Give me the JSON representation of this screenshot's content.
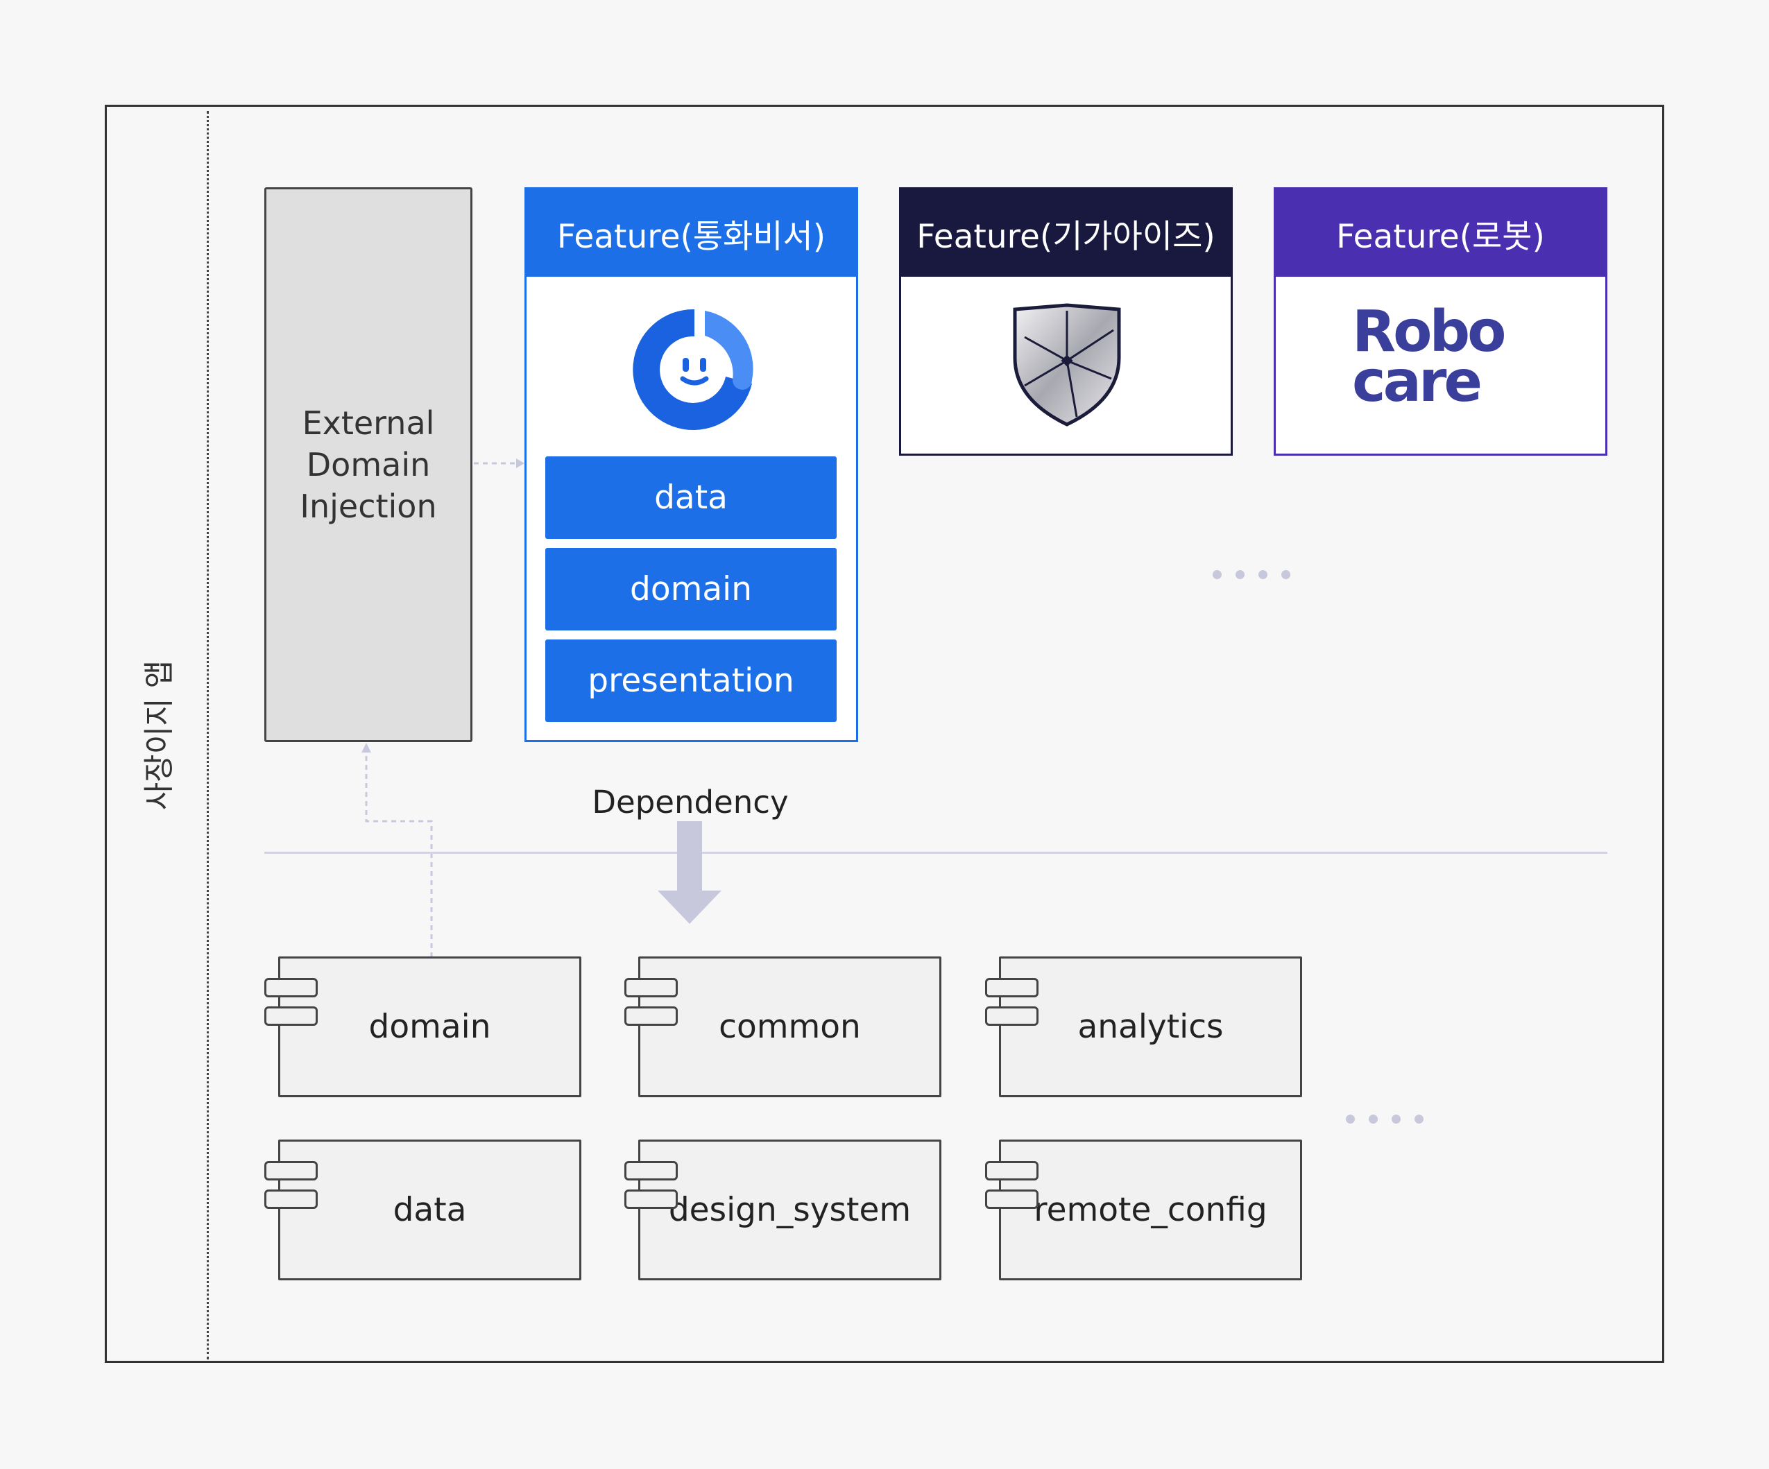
{
  "app_label": "사장이지 앱",
  "external_domain": {
    "label": "External\nDomain\nInjection"
  },
  "features": [
    {
      "title": "Feature(통화비서)",
      "header_color": "#1d6fe8",
      "logo": "call-assistant-logo-icon",
      "layers": [
        "data",
        "domain",
        "presentation"
      ]
    },
    {
      "title": "Feature(기가아이즈)",
      "header_color": "#19193f",
      "logo": "shield-camera-logo-icon"
    },
    {
      "title": "Feature(로봇)",
      "header_color": "#4a2fb0",
      "logo": "robocare-logo",
      "logo_text": [
        "Robo",
        "care"
      ]
    }
  ],
  "dependency_label": "Dependency",
  "modules": [
    "domain",
    "common",
    "analytics",
    "data",
    "design_system",
    "remote_config"
  ],
  "colors": {
    "accent_blue": "#1d6fe8",
    "dark_navy": "#19193f",
    "purple": "#4a2fb0",
    "arrow": "#c8c8dc"
  }
}
